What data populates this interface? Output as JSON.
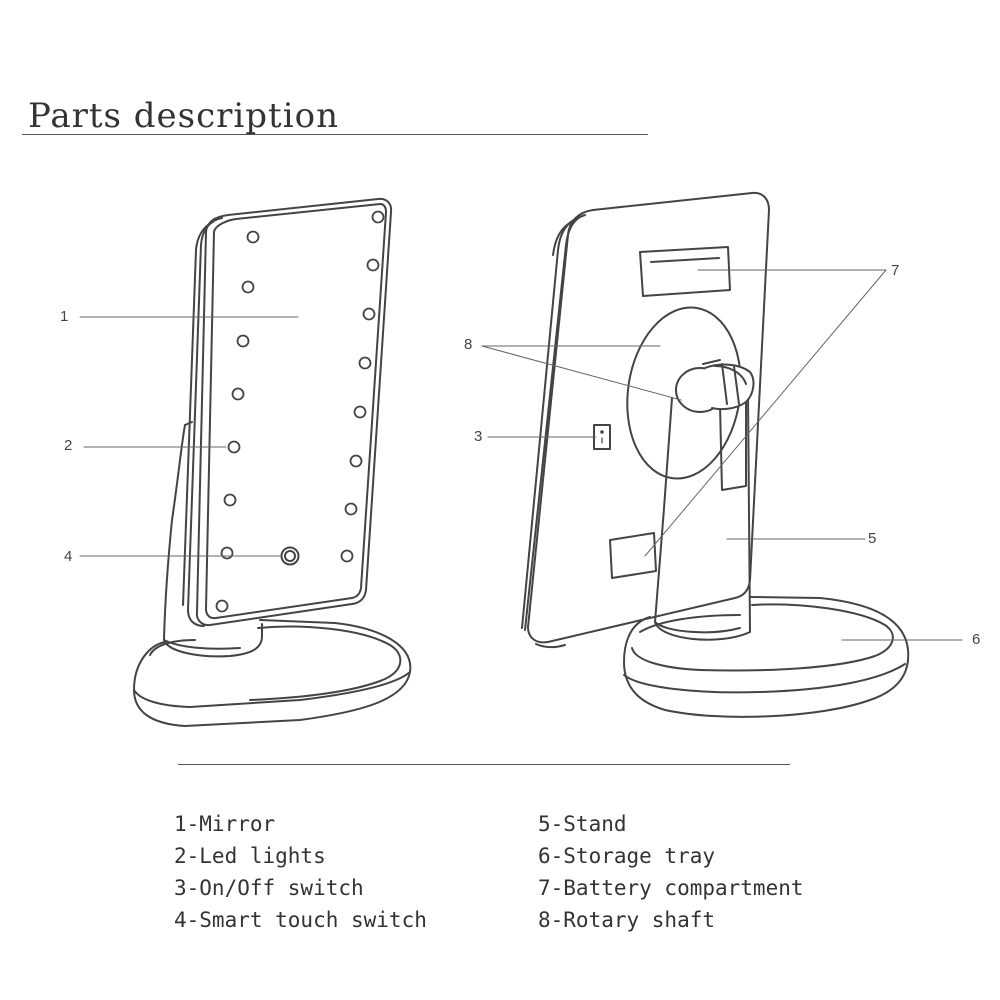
{
  "header": {
    "title": "Parts description"
  },
  "callouts": {
    "c1": "1",
    "c2": "2",
    "c3": "3",
    "c4": "4",
    "c5": "5",
    "c6": "6",
    "c7": "7",
    "c8": "8"
  },
  "legend": {
    "left": [
      "1-Mirror",
      "2-Led lights",
      "3-On/Off switch",
      "4-Smart touch switch"
    ],
    "right": [
      "5-Stand",
      "6-Storage tray",
      "7-Battery compartment",
      "8-Rotary shaft"
    ]
  }
}
